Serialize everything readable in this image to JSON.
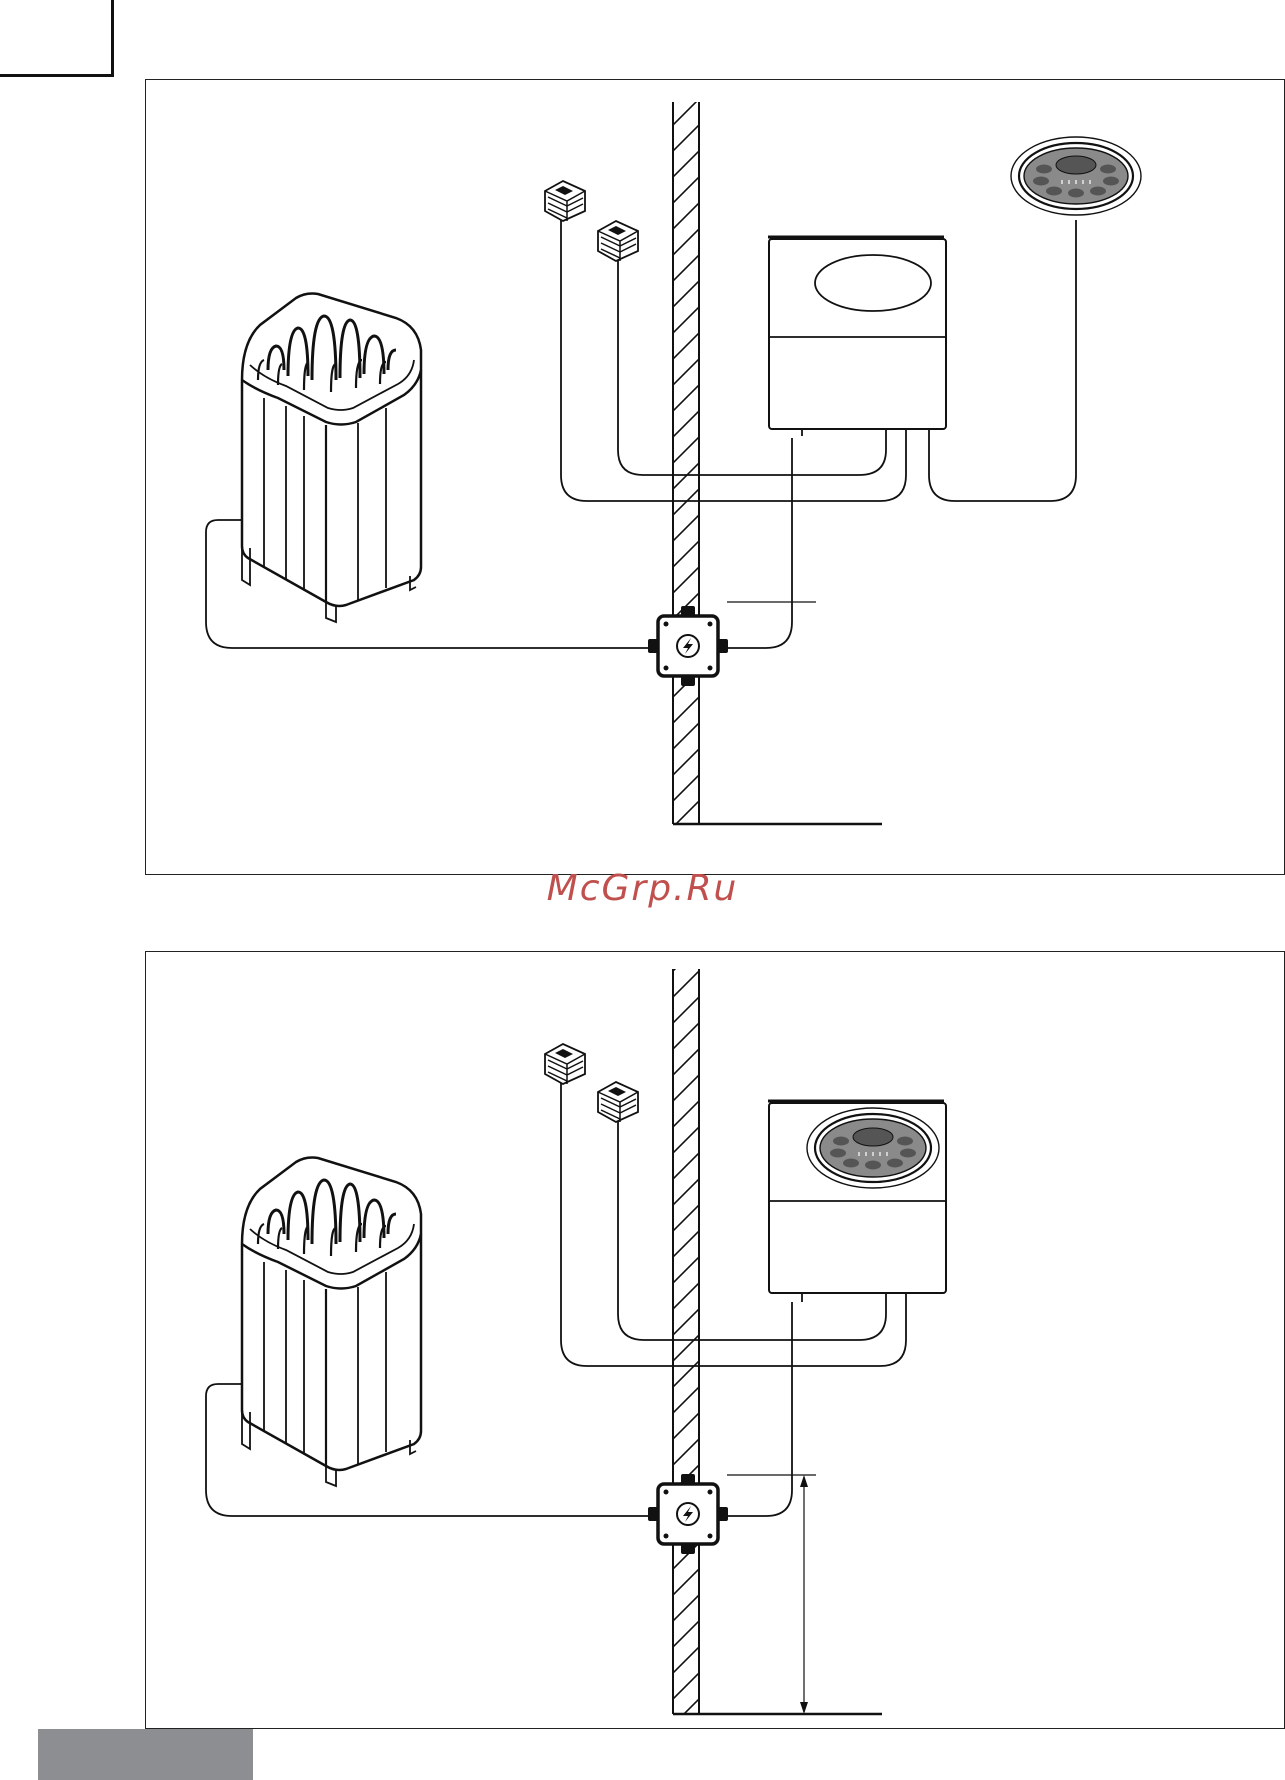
{
  "watermark": "McGrp.Ru",
  "panels": [
    {
      "id": "top",
      "control_panel": "separate-wall-mounted",
      "has_height_dimension": false
    },
    {
      "id": "bottom",
      "control_panel": "integrated-in-control-unit",
      "has_height_dimension": true
    }
  ],
  "icons": {
    "junction_box": "lightning-icon",
    "sensor": "sensor-icon",
    "heater": "sauna-heater-icon",
    "control_unit": "control-unit-icon",
    "control_panel": "control-panel-icon"
  },
  "colors": {
    "line": "#111111",
    "panel_keys": "#8a8a8a",
    "watermark": "#c0504d",
    "footer": "#8c8e91"
  }
}
